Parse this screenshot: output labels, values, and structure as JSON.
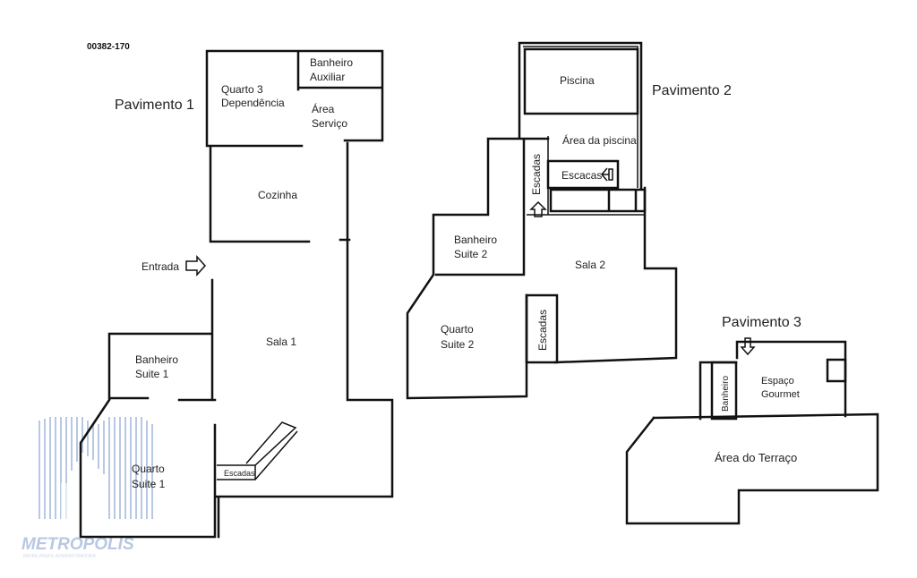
{
  "code": "00382-170",
  "floors": [
    {
      "title": "Pavimento 1",
      "rooms": {
        "quarto3": [
          "Quarto 3",
          "Dependência"
        ],
        "banheiro_aux": [
          "Banheiro",
          "Auxiliar"
        ],
        "area_servico": [
          "Área",
          "Serviço"
        ],
        "cozinha": "Cozinha",
        "entrada": "Entrada",
        "sala1": "Sala 1",
        "banheiro_suite1": [
          "Banheiro",
          "Suite 1"
        ],
        "quarto_suite1": [
          "Quarto",
          "Suite 1"
        ],
        "escadas": "Escadas"
      }
    },
    {
      "title": "Pavimento 2",
      "rooms": {
        "piscina": "Piscina",
        "area_piscina": "Área da piscina",
        "escadas_v": "Escadas",
        "escacas": "Escacas",
        "banheiro_suite2": [
          "Banheiro",
          "Suite 2"
        ],
        "sala2": "Sala 2",
        "quarto_suite2": [
          "Quarto",
          "Suite 2"
        ],
        "escadas2": "Escadas"
      }
    },
    {
      "title": "Pavimento 3",
      "rooms": {
        "banheiro": "Banheiro",
        "espaco_gourmet": [
          "Espaço",
          "Gourmet"
        ],
        "terraco": "Área do Terraço"
      }
    }
  ],
  "watermark": {
    "brand": "METROPOLIS",
    "subtitle": "IMOBILIÁRIA E ADMINISTRADORA"
  }
}
